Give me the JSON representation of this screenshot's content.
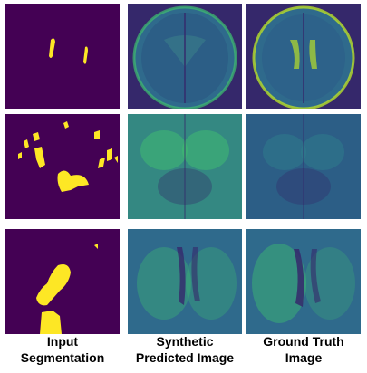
{
  "columns": [
    {
      "label_line1": "Input",
      "label_line2": "Segmentation"
    },
    {
      "label_line1": "Synthetic",
      "label_line2": "Predicted Image"
    },
    {
      "label_line1": "Ground Truth",
      "label_line2": "Image"
    }
  ],
  "colors": {
    "seg_background": "#440154",
    "seg_mask": "#fde725",
    "mri_dark": "#35286b",
    "mri_mid": "#2f6a8c",
    "mri_bright": "#3fbf6f",
    "mri_highlight": "#b8de29"
  }
}
